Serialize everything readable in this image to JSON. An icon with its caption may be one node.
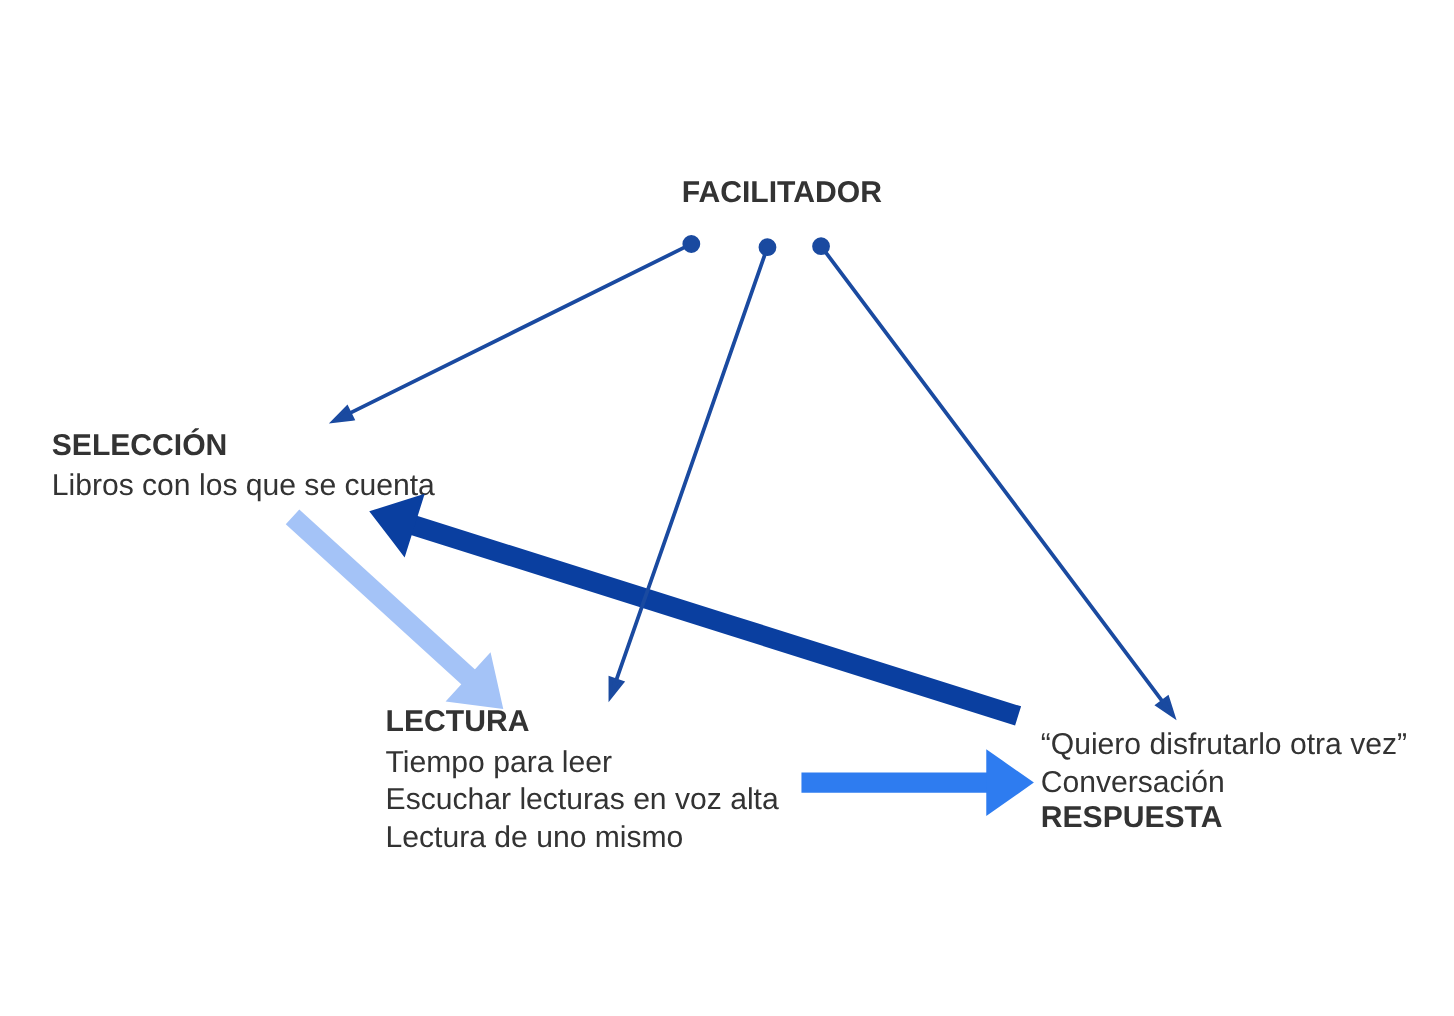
{
  "diagram": {
    "nodes": [
      {
        "text": [
          "SELECCIÓN",
          "Libros con los que se cuenta"
        ]
      },
      {
        "text": [
          "LECTURA",
          "Tiempo para leer",
          "Escuchar lecturas en voz alta",
          "Lectura de uno mismo"
        ]
      },
      {
        "text": [
          "“Quiero disfrutarlo otra vez”",
          "Conversación",
          "RESPUESTA"
        ]
      },
      {
        "text": [
          "FACILITADOR"
        ]
      }
    ],
    "edges": [
      {
        "from": 0,
        "to": 1,
        "arrow": "to",
        "style": "thick",
        "color": "#a4c3f7"
      },
      {
        "from": 1,
        "to": 2,
        "arrow": "to",
        "style": "thick",
        "color": "#2e7cf0"
      },
      {
        "from": 2,
        "to": 0,
        "arrow": "to",
        "style": "thick",
        "color": "#0a3fa0"
      },
      {
        "from": 3,
        "to": 0,
        "arrow": "to"
      },
      {
        "from": 3,
        "to": 1,
        "arrow": "to"
      },
      {
        "from": 3,
        "to": 2,
        "arrow": "to"
      }
    ]
  }
}
